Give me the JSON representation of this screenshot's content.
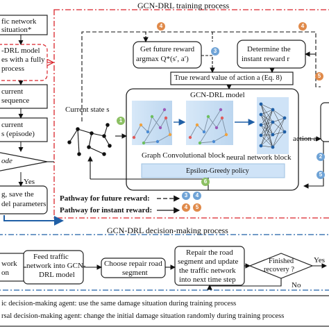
{
  "training": {
    "title": "GCN-DRL training process",
    "left_top_box": [
      "fic network",
      "situation*"
    ],
    "left_model_box": [
      "-DRL model",
      "es with a fully",
      "process"
    ],
    "left_current_seq": [
      "current",
      "sequence"
    ],
    "left_current_episode": [
      "current",
      "s (episode)"
    ],
    "diamond_label": "ode",
    "yes_label": "Yes",
    "save_box": [
      "g, save the",
      "del parameters"
    ],
    "future_reward_box": [
      "Get future reward",
      "argmax Q*(s′, a′)"
    ],
    "instant_reward_box": [
      "Determine the",
      "instant reward r"
    ],
    "true_reward_box": "True reward value of action a (Eq. 8)",
    "gcn_model_title": "GCN-DRL model",
    "current_state": "Current state s",
    "graph_conv_label": "Graph Convolutional block",
    "nn_label": "neural network block",
    "epsilon_label": "Epsilon-Greedy policy",
    "action_label": "action a",
    "pathway_future": "Pathway for future reward:",
    "pathway_instant": "Pathway for instant reward:",
    "badges": {
      "b1": "1",
      "b2": "2",
      "b3": "3",
      "b4": "4",
      "b5": "5",
      "b6": "6"
    }
  },
  "decision": {
    "title": "GCN-DRL decision-making process",
    "box1": [
      "work",
      "on"
    ],
    "box2": [
      "Feed traffic",
      "network into GCN-",
      "DRL model"
    ],
    "box3": [
      "Choose repair road",
      "segment"
    ],
    "box4": [
      "Repair the road",
      "segment and update",
      "the traffic network",
      "into next time step"
    ],
    "diamond": [
      "Finished",
      "recovery ?"
    ],
    "yes": "Yes",
    "no": "No"
  },
  "footer": {
    "line1": "ic decision-making agent:  use the same damage situation during training process",
    "line2": "rsal decision-making agent: change the initial damage situation randomly during training process"
  },
  "colors": {
    "red_dash": "#d9232a",
    "blue_dash": "#1f5fa6",
    "orange_badge": "#e08a4a",
    "blue_badge": "#6fa3d6",
    "green_badge": "#8cc063",
    "epsilon_fill": "#cfe3f7",
    "graph_fill": "#c9dff3"
  }
}
